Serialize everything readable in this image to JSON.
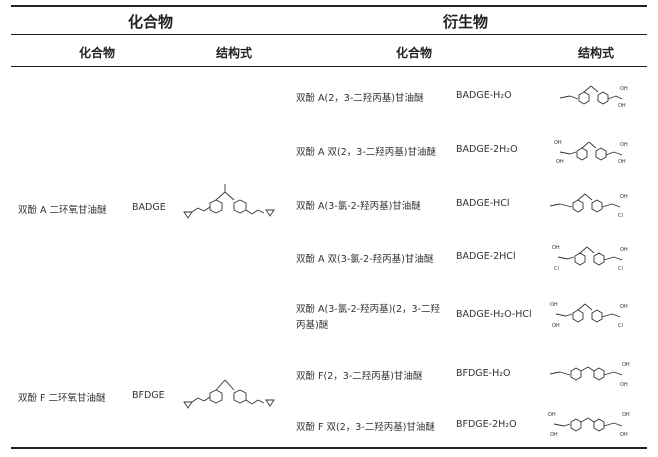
{
  "header": {
    "group_compound": "化合物",
    "group_derivative": "衍生物",
    "col_compound": "化合物",
    "col_structure": "结构式",
    "col_derivative": "化合物",
    "col_derivative_structure": "结构式"
  },
  "parents": [
    {
      "name": "双酚 A 二环氧甘油醚",
      "abbr": "BADGE",
      "structure_icon": "badge-structure"
    },
    {
      "name": "双酚 F 二环氧甘油醚",
      "abbr": "BFDGE",
      "structure_icon": "bfdge-structure"
    }
  ],
  "derivatives": [
    {
      "name": "双酚 A(2，3-二羟丙基)甘油醚",
      "abbr": "BADGE-H₂O",
      "structure_icon": "badge-h2o-structure"
    },
    {
      "name": "双酚 A 双(2，3-二羟丙基)甘油醚",
      "abbr": "BADGE-2H₂O",
      "structure_icon": "badge-2h2o-structure"
    },
    {
      "name": "双酚 A(3-氯-2-羟丙基)甘油醚",
      "abbr": "BADGE-HCl",
      "structure_icon": "badge-hcl-structure"
    },
    {
      "name": "双酚 A 双(3-氯-2-羟丙基)甘油醚",
      "abbr": "BADGE-2HCl",
      "structure_icon": "badge-2hcl-structure"
    },
    {
      "name_line1": "双酚 A(3-氯-2-羟丙基)(2，3-二羟",
      "name_line2": "丙基)醚",
      "abbr": "BADGE-H₂O-HCl",
      "structure_icon": "badge-h2o-hcl-structure"
    },
    {
      "name": "双酚 F(2，3-二羟丙基)甘油醚",
      "abbr": "BFDGE-H₂O",
      "structure_icon": "bfdge-h2o-structure"
    },
    {
      "name": "双酚 F 双(2，3-二羟丙基)甘油醚",
      "abbr": "BFDGE-2H₂O",
      "structure_icon": "bfdge-2h2o-structure"
    }
  ],
  "structure_labels": {
    "oh": "OH",
    "cl": "Cl"
  }
}
